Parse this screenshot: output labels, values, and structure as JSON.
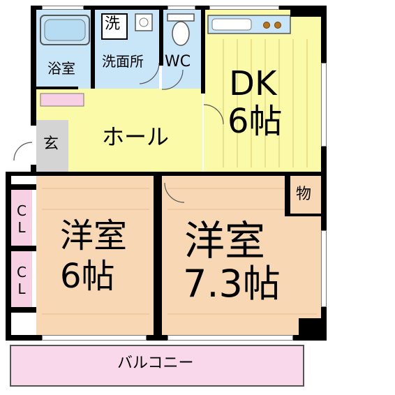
{
  "floor_plan": {
    "rooms": {
      "bath": "浴室",
      "washroom": "洗面所",
      "washer": "洗",
      "wc": "WC",
      "dk_name": "DK",
      "dk_size": "6帖",
      "hall": "ホール",
      "entrance": "玄",
      "storage": "物",
      "closet_upper": "CL",
      "closet_lower": "CL",
      "west_room_name": "洋室",
      "west_room_size": "6帖",
      "east_room_name": "洋室",
      "east_room_size": "7.3帖",
      "balcony": "バルコニー"
    },
    "colors": {
      "wet_area": "#c9e6f8",
      "dining_kitchen": "#fafaa8",
      "hall": "#fafaa8",
      "western_room": "#f8d8b4",
      "entrance_floor": "#d4d4d4",
      "closet": "#f8d0e4",
      "balcony": "#fad8ec",
      "wall": "#000000"
    }
  }
}
